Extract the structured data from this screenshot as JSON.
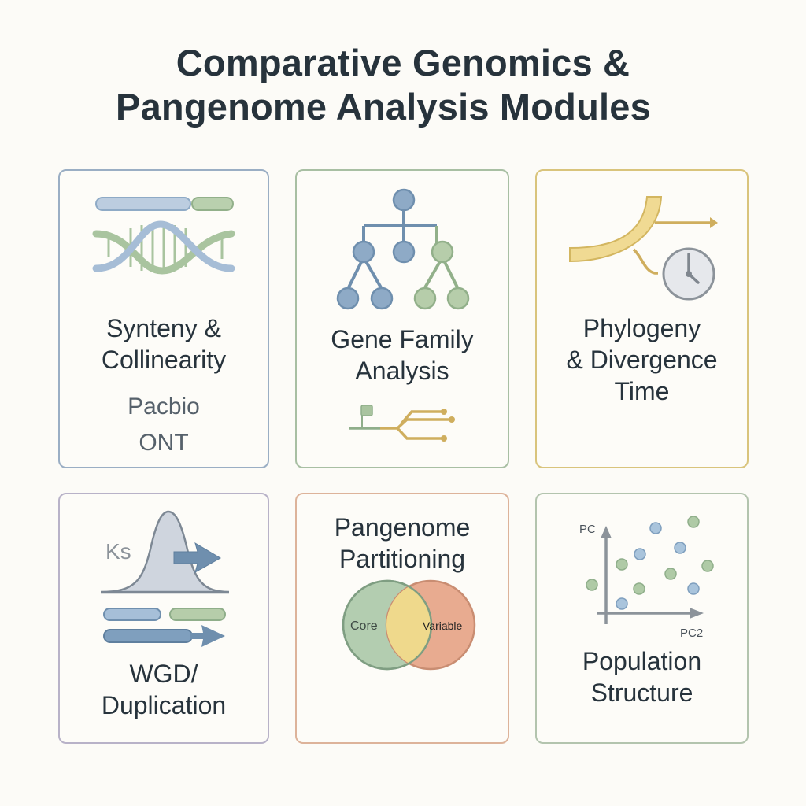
{
  "header": {
    "title_line1": "Comparative Genomics &",
    "title_line2": "Pangenome Analysis Modules"
  },
  "cards": [
    {
      "id": "synteny",
      "label_line1": "Synteny &",
      "label_line2": "Collinearity",
      "sub_line1": "Pacbio",
      "sub_line2": "ONT",
      "icon": "dna-helix-icon",
      "border_color": "#9aaec4"
    },
    {
      "id": "gene-family",
      "label_line1": "Gene Family",
      "label_line2": "Analysis",
      "icon": "tree-hierarchy-icon",
      "border_color": "#a8bfa3"
    },
    {
      "id": "phylogeny",
      "label_line1": "Phylogeny",
      "label_line2": "& Divergence",
      "label_line3": "Time",
      "icon": "branch-clock-icon",
      "border_color": "#d9c47c"
    },
    {
      "id": "wgd",
      "label_line1": "WGD/",
      "label_line2": "Duplication",
      "ks_label": "Ks",
      "icon": "ks-distribution-icon",
      "border_color": "#b8b2c8"
    },
    {
      "id": "pangenome",
      "label_line1": "Pangenome",
      "label_line2": "Partitioning",
      "venn_left": "Core",
      "venn_right": "Variable",
      "icon": "venn-diagram-icon",
      "border_color": "#ddb39a"
    },
    {
      "id": "population",
      "label_line1": "Population",
      "label_line2": "Structure",
      "axis_y": "PC",
      "axis_x": "PC2",
      "icon": "pca-scatter-icon",
      "border_color": "#b3c4ae"
    }
  ],
  "colors": {
    "blue": "#8eaac6",
    "blue_dark": "#6f8fae",
    "green": "#a9c49f",
    "green_dark": "#8fae8a",
    "gold": "#e8d28e",
    "gold_dark": "#cfae5e",
    "salmon": "#e8a98c",
    "gray": "#8c939a"
  }
}
